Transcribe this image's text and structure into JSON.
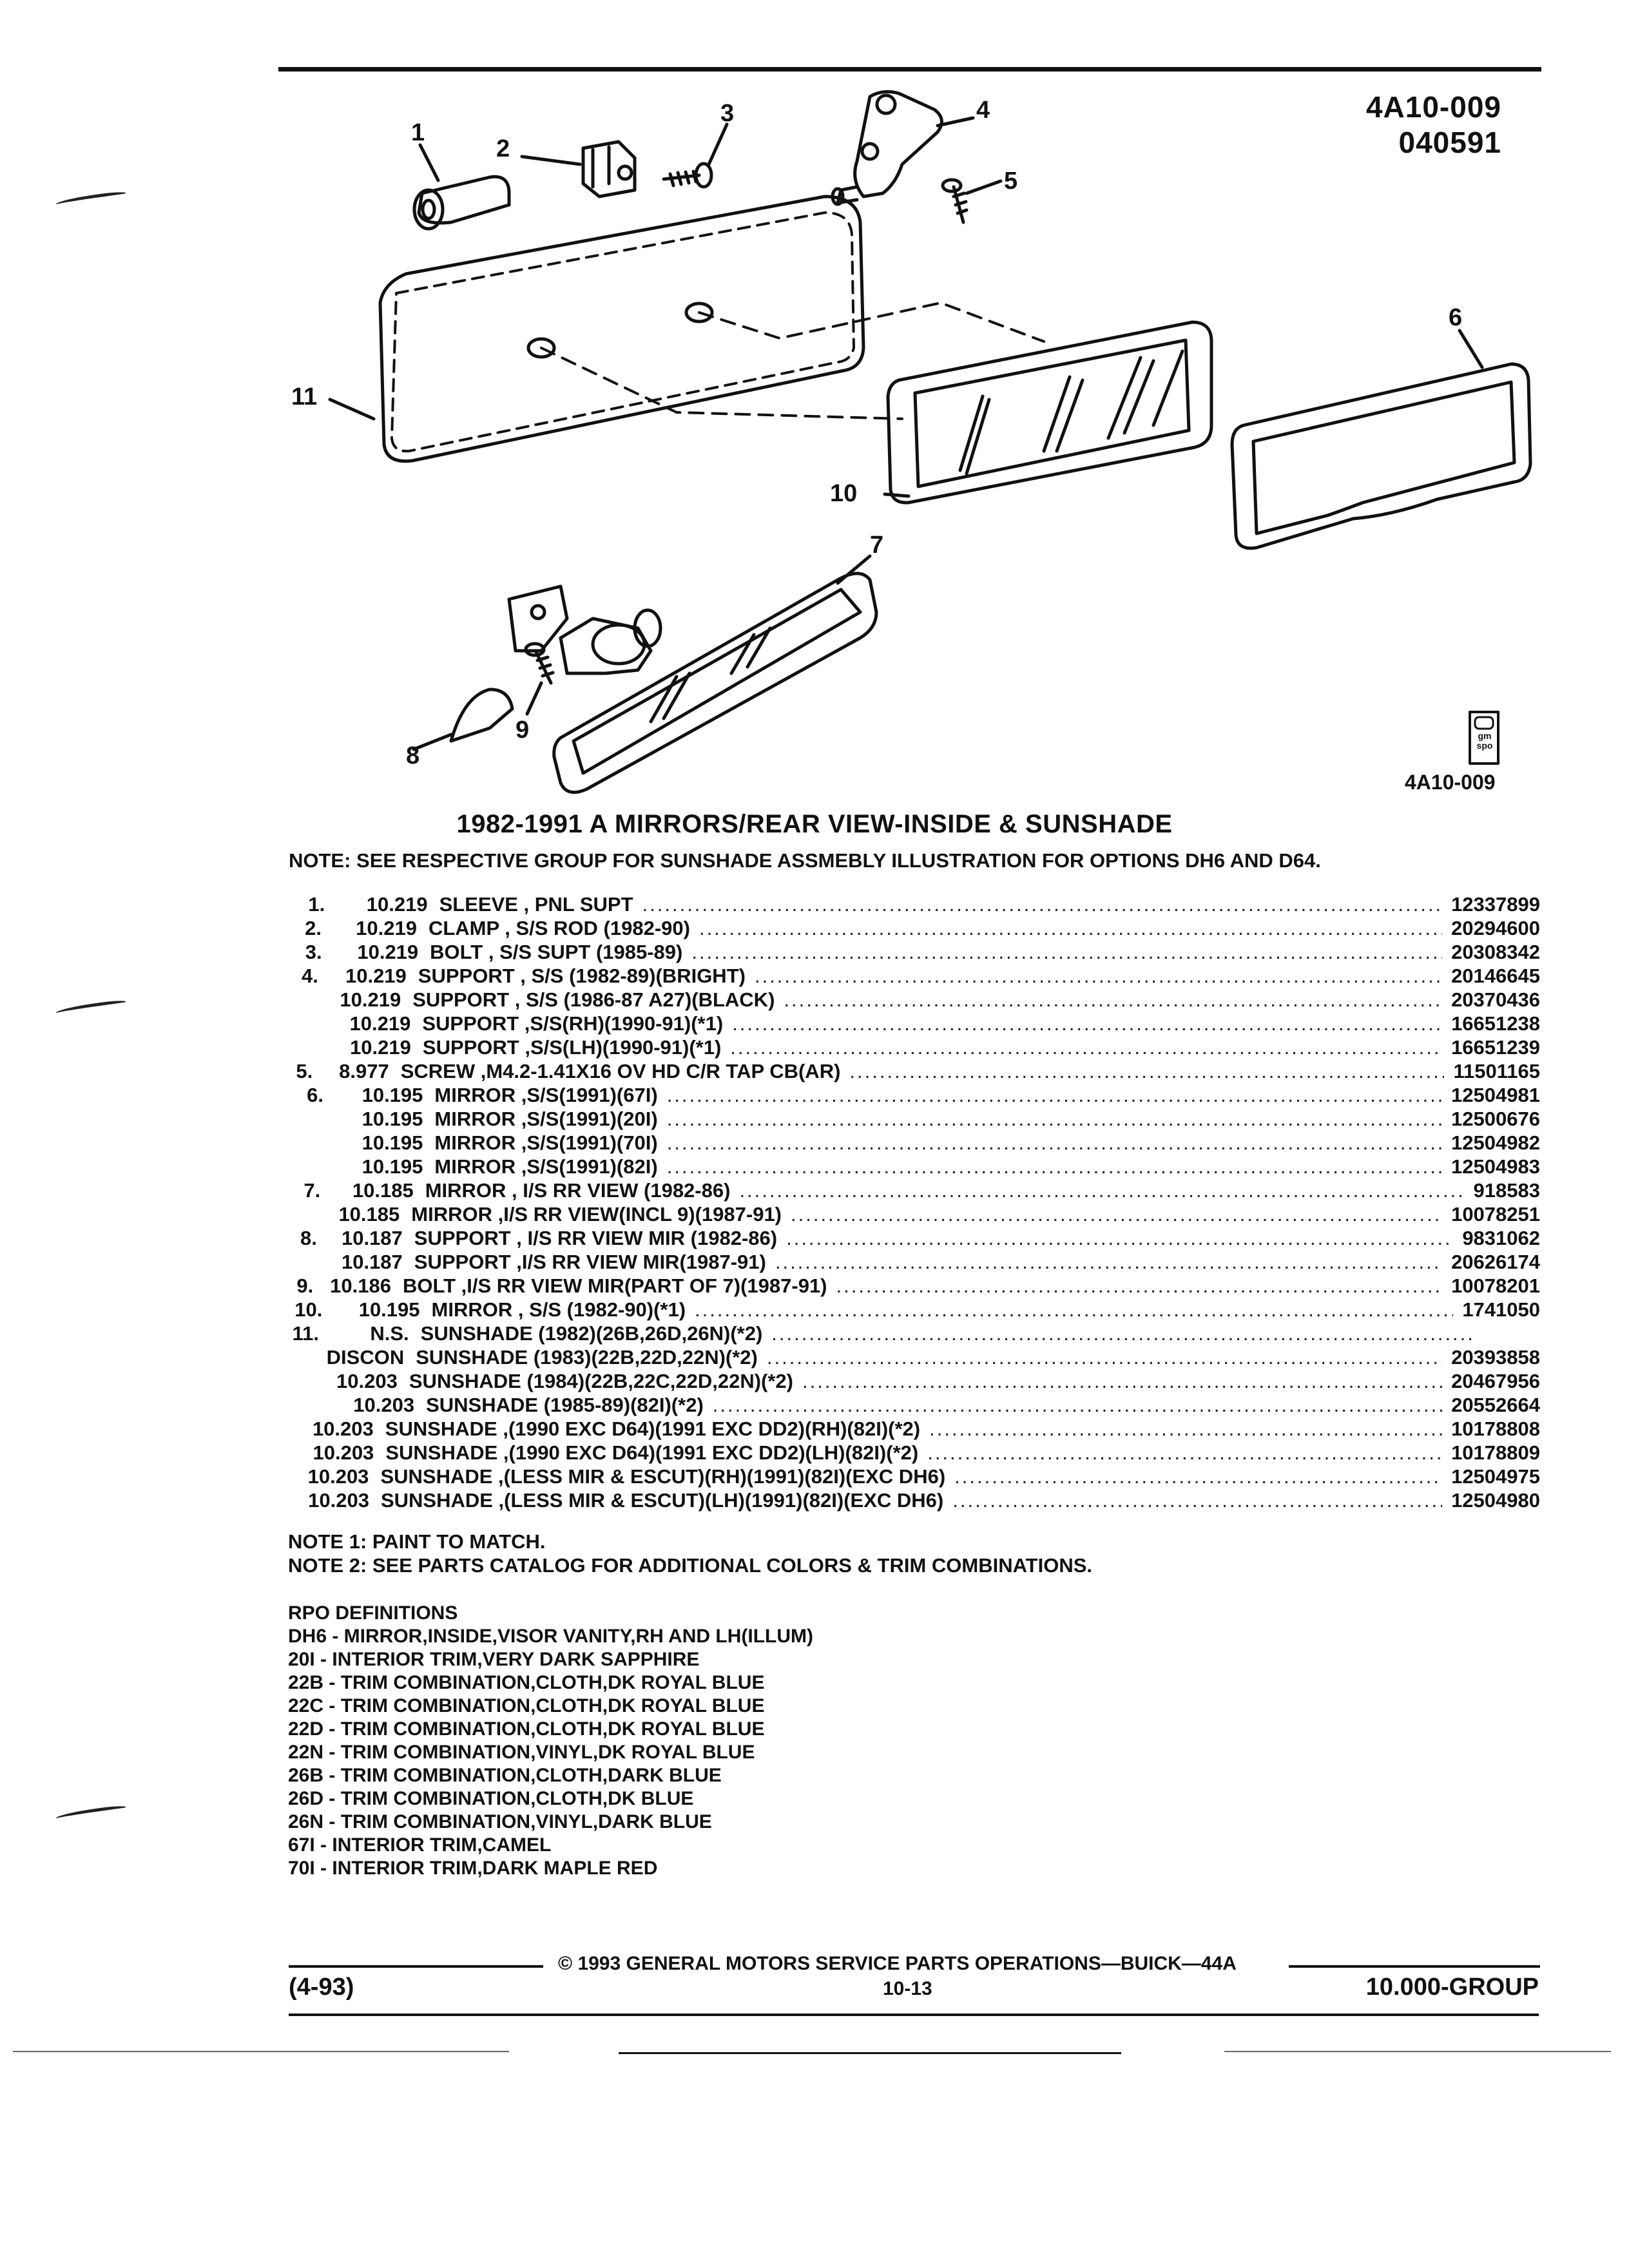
{
  "header": {
    "page_code": "4A10-009",
    "date_code": "040591"
  },
  "illustration": {
    "callouts": [
      "1",
      "2",
      "3",
      "4",
      "5",
      "6",
      "7",
      "8",
      "9",
      "10",
      "11"
    ],
    "figure_code": "4A10-009",
    "logo_text": "gm spo"
  },
  "title": "1982-1991 A MIRRORS/REAR VIEW-INSIDE & SUNSHADE",
  "top_note": "NOTE:  SEE RESPECTIVE GROUP FOR SUNSHADE ASSMEBLY ILLUSTRATION FOR OPTIONS DH6 AND D64.",
  "parts": [
    {
      "item": "1.",
      "group": "10.219",
      "desc": "SLEEVE , PNL SUPT",
      "part": "12337899"
    },
    {
      "item": "2.",
      "group": "10.219",
      "desc": "CLAMP , S/S ROD (1982-90)",
      "part": "20294600"
    },
    {
      "item": "3.",
      "group": "10.219",
      "desc": "BOLT , S/S SUPT (1985-89)",
      "part": "20308342"
    },
    {
      "item": "4.",
      "group": "10.219",
      "desc": "SUPPORT , S/S (1982-89)(BRIGHT)",
      "part": "20146645"
    },
    {
      "item": "",
      "group": "10.219",
      "desc": "SUPPORT , S/S (1986-87 A27)(BLACK)",
      "part": "20370436"
    },
    {
      "item": "",
      "group": "10.219",
      "desc": "SUPPORT ,S/S(RH)(1990-91)(*1)",
      "part": "16651238"
    },
    {
      "item": "",
      "group": "10.219",
      "desc": "SUPPORT ,S/S(LH)(1990-91)(*1)",
      "part": "16651239"
    },
    {
      "item": "5.",
      "group": "8.977",
      "desc": "SCREW ,M4.2-1.41X16 OV HD C/R TAP CB(AR)",
      "part": "11501165"
    },
    {
      "item": "6.",
      "group": "10.195",
      "desc": "MIRROR ,S/S(1991)(67I)",
      "part": "12504981"
    },
    {
      "item": "",
      "group": "10.195",
      "desc": "MIRROR ,S/S(1991)(20I)",
      "part": "12500676"
    },
    {
      "item": "",
      "group": "10.195",
      "desc": "MIRROR ,S/S(1991)(70I)",
      "part": "12504982"
    },
    {
      "item": "",
      "group": "10.195",
      "desc": "MIRROR ,S/S(1991)(82I)",
      "part": "12504983"
    },
    {
      "item": "7.",
      "group": "10.185",
      "desc": "MIRROR , I/S RR VIEW (1982-86)",
      "part": "918583"
    },
    {
      "item": "",
      "group": "10.185",
      "desc": "MIRROR ,I/S RR VIEW(INCL 9)(1987-91)",
      "part": "10078251"
    },
    {
      "item": "8.",
      "group": "10.187",
      "desc": "SUPPORT , I/S RR VIEW MIR (1982-86)",
      "part": "9831062"
    },
    {
      "item": "",
      "group": "10.187",
      "desc": "SUPPORT ,I/S RR VIEW MIR(1987-91)",
      "part": "20626174"
    },
    {
      "item": "9.",
      "group": "10.186",
      "desc": "BOLT ,I/S RR VIEW MIR(PART OF 7)(1987-91)",
      "part": "10078201"
    },
    {
      "item": "10.",
      "group": "10.195",
      "desc": "MIRROR , S/S (1982-90)(*1)",
      "part": "1741050"
    },
    {
      "item": "11.",
      "group": "N.S.",
      "desc": "SUNSHADE (1982)(26B,26D,26N)(*2)",
      "part": ""
    },
    {
      "item": "",
      "group": "DISCON",
      "desc": "SUNSHADE (1983)(22B,22D,22N)(*2)",
      "part": "20393858"
    },
    {
      "item": "",
      "group": "10.203",
      "desc": "SUNSHADE (1984)(22B,22C,22D,22N)(*2)",
      "part": "20467956"
    },
    {
      "item": "",
      "group": "10.203",
      "desc": "SUNSHADE (1985-89)(82I)(*2)",
      "part": "20552664"
    },
    {
      "item": "",
      "group": "10.203",
      "desc": "SUNSHADE ,(1990 EXC D64)(1991 EXC DD2)(RH)(82I)(*2)",
      "part": "10178808"
    },
    {
      "item": "",
      "group": "10.203",
      "desc": "SUNSHADE ,(1990 EXC D64)(1991 EXC DD2)(LH)(82I)(*2)",
      "part": "10178809"
    },
    {
      "item": "",
      "group": "10.203",
      "desc": "SUNSHADE ,(LESS MIR & ESCUT)(RH)(1991)(82I)(EXC DH6)",
      "part": "12504975"
    },
    {
      "item": "",
      "group": "10.203",
      "desc": "SUNSHADE ,(LESS MIR & ESCUT)(LH)(1991)(82I)(EXC DH6)",
      "part": "12504980"
    }
  ],
  "notes": [
    "NOTE  1:  PAINT TO MATCH.",
    "NOTE  2:  SEE PARTS CATALOG FOR ADDITIONAL COLORS & TRIM COMBINATIONS."
  ],
  "rpo": {
    "heading": "RPO DEFINITIONS",
    "items": [
      "DH6 - MIRROR,INSIDE,VISOR VANITY,RH AND LH(ILLUM)",
      "20I - INTERIOR TRIM,VERY DARK SAPPHIRE",
      "22B - TRIM COMBINATION,CLOTH,DK ROYAL BLUE",
      "22C - TRIM COMBINATION,CLOTH,DK ROYAL BLUE",
      "22D - TRIM COMBINATION,CLOTH,DK ROYAL BLUE",
      "22N - TRIM COMBINATION,VINYL,DK ROYAL BLUE",
      "26B - TRIM COMBINATION,CLOTH,DARK BLUE",
      "26D - TRIM COMBINATION,CLOTH,DK BLUE",
      "26N - TRIM COMBINATION,VINYL,DARK BLUE",
      "67I - INTERIOR TRIM,CAMEL",
      "70I - INTERIOR TRIM,DARK MAPLE RED"
    ]
  },
  "footer": {
    "copyright": "© 1993 GENERAL MOTORS SERVICE PARTS OPERATIONS—BUICK—44A",
    "left": "(4-93)",
    "page": "10-13",
    "right": "10.000-GROUP"
  }
}
